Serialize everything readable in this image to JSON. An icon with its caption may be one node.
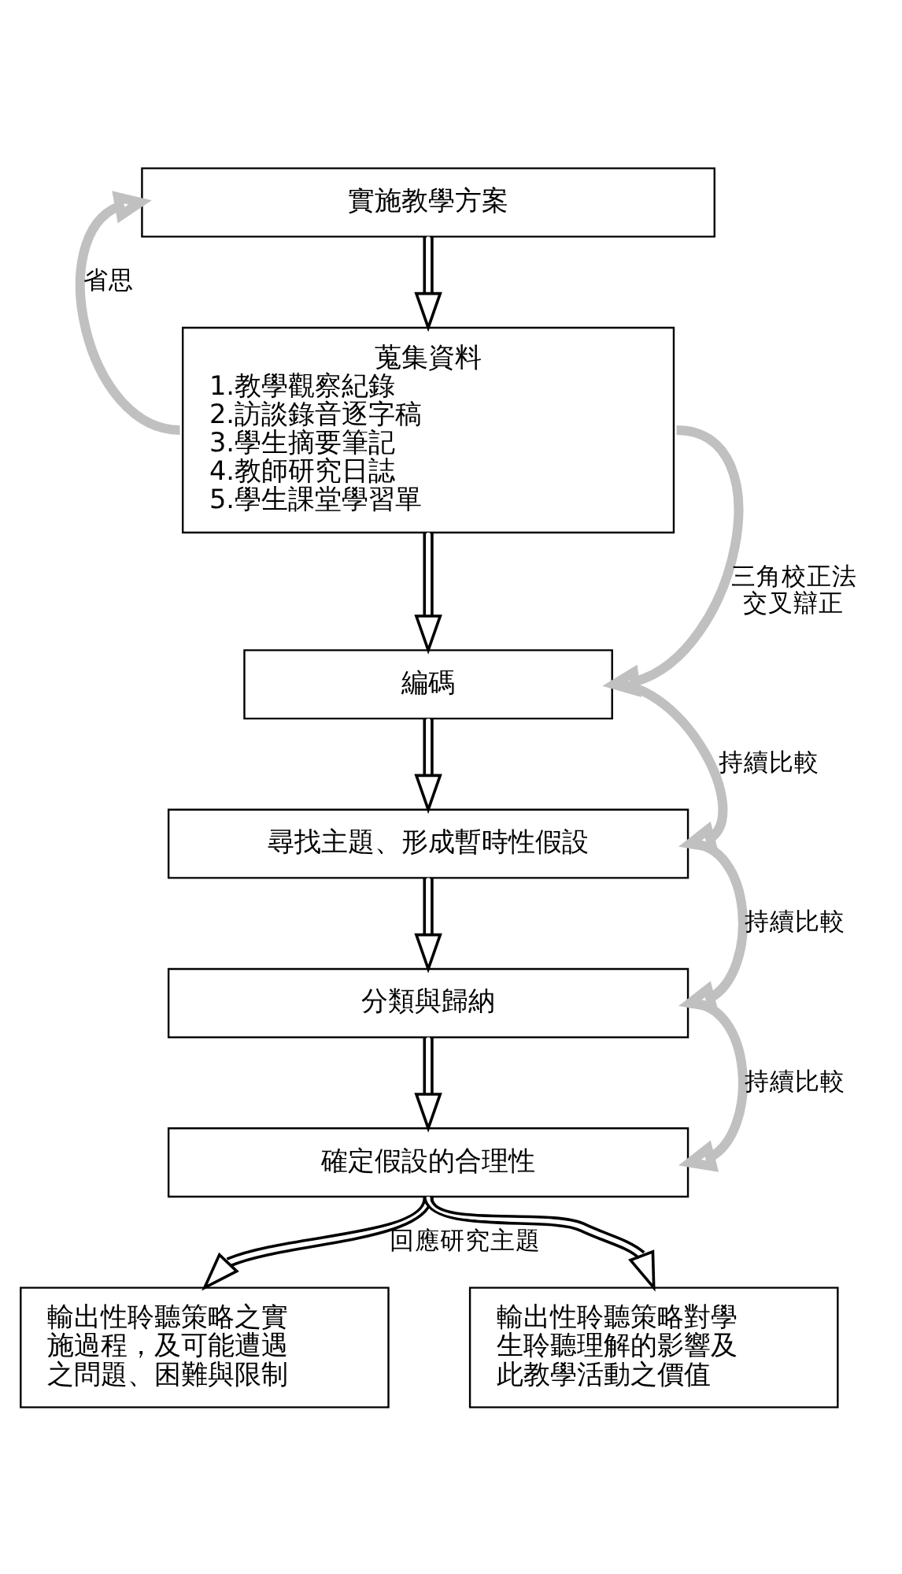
{
  "diagram": {
    "nodes": [
      {
        "text": [
          "實施教學方案"
        ]
      },
      {
        "text": [
          "蒐集資料",
          "1.教學觀察紀錄",
          "2.訪談錄音逐字稿",
          "3.學生摘要筆記",
          "4.教師研究日誌",
          "5.學生課堂學習單"
        ]
      },
      {
        "text": [
          "編碼"
        ]
      },
      {
        "text": [
          "尋找主題、形成暫時性假設"
        ]
      },
      {
        "text": [
          "分類與歸納"
        ]
      },
      {
        "text": [
          "確定假設的合理性"
        ]
      },
      {
        "text": [
          "輸出性聆聽策略之實施過程，及可能遭遇之問題、困難與限制"
        ]
      },
      {
        "text": [
          "輸出性聆聽策略對學生聆聽理解的影響及此教學活動之價值"
        ]
      }
    ],
    "edges": [
      {
        "from": 0,
        "to": 1,
        "arrow": "to"
      },
      {
        "from": 1,
        "to": 0,
        "arrow": "to",
        "label": "省思",
        "style": "thick",
        "color": "#c0c0c0"
      },
      {
        "from": 1,
        "to": 2,
        "arrow": "to"
      },
      {
        "from": 1,
        "to": 2,
        "arrow": "to",
        "label": "三角校正法交叉辯正",
        "style": "thick",
        "color": "#c0c0c0"
      },
      {
        "from": 2,
        "to": 3,
        "arrow": "to"
      },
      {
        "from": 2,
        "to": 3,
        "arrow": "to",
        "label": "持續比較",
        "style": "thick",
        "color": "#c0c0c0"
      },
      {
        "from": 3,
        "to": 4,
        "arrow": "to"
      },
      {
        "from": 3,
        "to": 4,
        "arrow": "to",
        "label": "持續比較",
        "style": "thick",
        "color": "#c0c0c0"
      },
      {
        "from": 4,
        "to": 5,
        "arrow": "to"
      },
      {
        "from": 4,
        "to": 5,
        "arrow": "to",
        "label": "持續比較",
        "style": "thick",
        "color": "#c0c0c0"
      },
      {
        "from": 5,
        "to": 6,
        "arrow": "to",
        "label": "回應研究主題"
      },
      {
        "from": 5,
        "to": 7,
        "arrow": "to"
      }
    ]
  }
}
